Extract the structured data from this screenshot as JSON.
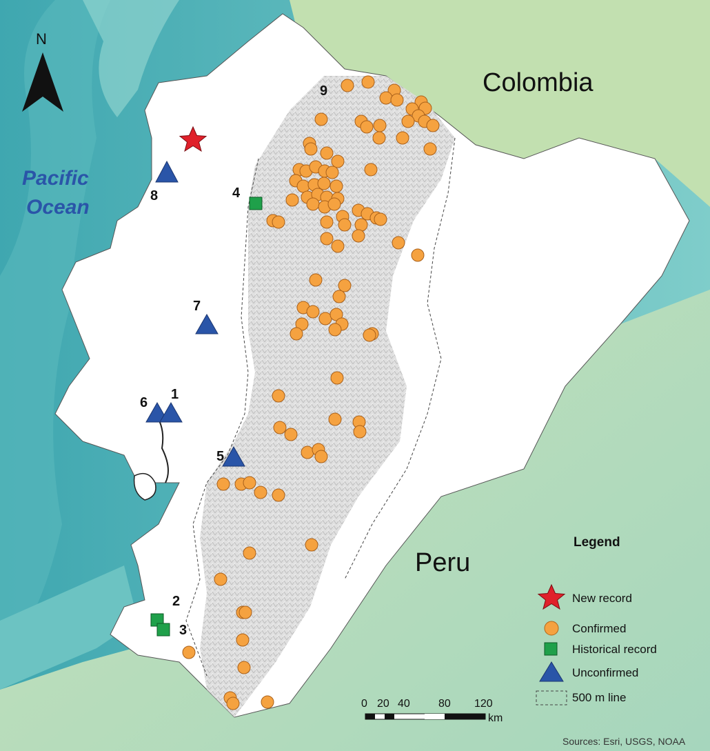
{
  "map": {
    "country_labels": {
      "colombia": "Colombia",
      "peru": "Peru"
    },
    "ocean_label_line1": "Pacific",
    "ocean_label_line2": "Ocean",
    "north_label": "N",
    "source": "Sources: Esri, USGS, NOAA",
    "site_numbers": [
      "1",
      "2",
      "3",
      "4",
      "5",
      "6",
      "7",
      "8",
      "9"
    ]
  },
  "legend": {
    "title": "Legend",
    "items": [
      {
        "label": "New record",
        "symbol": "star",
        "color": "#e0202a"
      },
      {
        "label": "Confirmed",
        "symbol": "circle",
        "color": "#f5a240"
      },
      {
        "label": "Historical record",
        "symbol": "square",
        "color": "#1fa04a"
      },
      {
        "label": "Unconfirmed",
        "symbol": "triangle",
        "color": "#2a55a8"
      },
      {
        "label": "500 m line",
        "symbol": "dashed-box",
        "color": "#555555"
      }
    ]
  },
  "scalebar": {
    "labels": [
      "0",
      "20",
      "40",
      "80",
      "120"
    ],
    "unit": "km"
  },
  "colors": {
    "ocean_deep": "#4fb2b8",
    "ocean_shallow": "#8fd2d0",
    "land_neighbors": "#b8dcae",
    "land_ecuador": "#ffffff",
    "andes_relief": "#cfcfcf",
    "confirmed": "#f5a240",
    "historical": "#1fa04a",
    "unconfirmed": "#2a55a8",
    "new_record": "#e0202a",
    "ocean_text": "#2a55a8"
  }
}
